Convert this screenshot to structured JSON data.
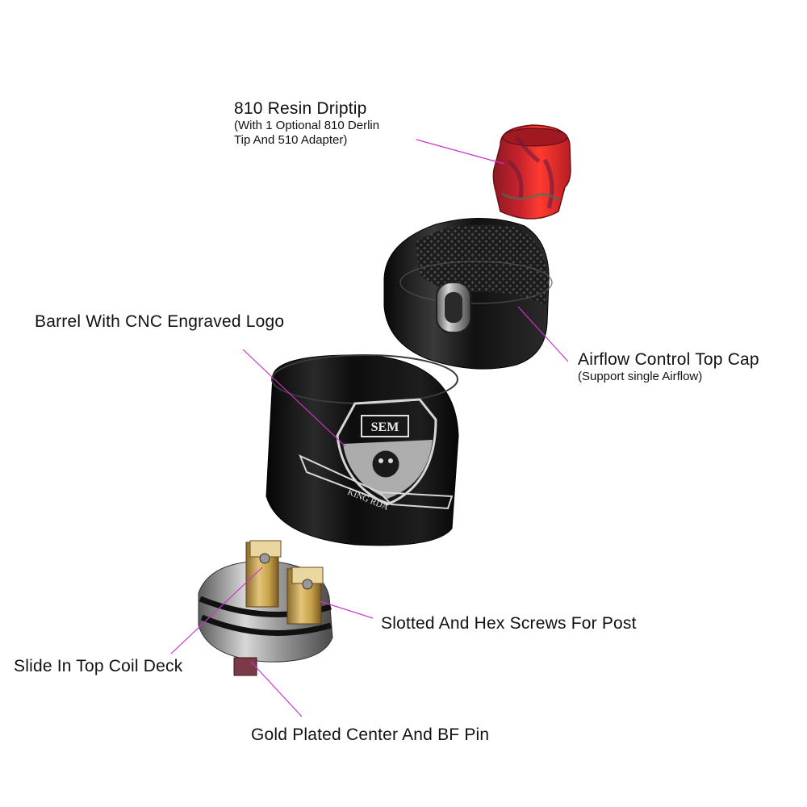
{
  "labels": {
    "driptip": {
      "title": "810 Resin Driptip",
      "note_line1": "(With 1 Optional 810 Derlin",
      "note_line2": "Tip And 510 Adapter)"
    },
    "barrel": {
      "title": "Barrel With CNC Engraved Logo"
    },
    "top_cap": {
      "title": "Airflow Control Top Cap",
      "note": "(Support single Airflow)"
    },
    "screws": {
      "title": "Slotted And Hex Screws For Post"
    },
    "deck": {
      "title": "Slide In Top Coil Deck"
    },
    "pin": {
      "title": "Gold Plated Center And BF Pin"
    }
  },
  "engraving": {
    "brand_letters": "SEM",
    "model_text": "KING RDA"
  },
  "colors": {
    "leader_line": "#cc33cc",
    "metal_black": "#151515",
    "resin_red": "#e8262b",
    "gold": "#c9a24a"
  }
}
